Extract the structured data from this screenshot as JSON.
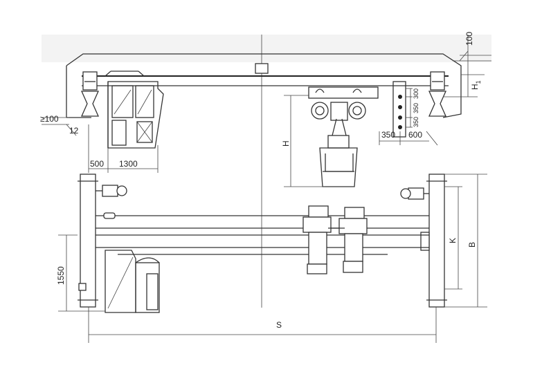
{
  "drawing": {
    "dimensions": {
      "d100_top": "100",
      "h1": "H",
      "h1_sub": "1",
      "ge100": "≥100",
      "d12": "12",
      "d500": "500",
      "d1300": "1300",
      "h": "H",
      "d350": "350",
      "d600": "600",
      "v350": "350",
      "v350b": "350",
      "v300": "300",
      "d1550": "1550",
      "k": "K",
      "b": "B",
      "s": "S"
    }
  }
}
